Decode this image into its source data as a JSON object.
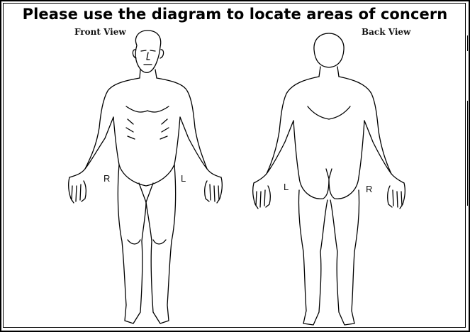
{
  "header": {
    "title": "Please use the diagram to locate areas of concern"
  },
  "front": {
    "label": "Front View",
    "right_marker": "R",
    "left_marker": "L"
  },
  "back": {
    "label": "Back View",
    "left_marker": "L",
    "right_marker": "R"
  },
  "colors": {
    "line": "#000000",
    "background": "#ffffff"
  }
}
